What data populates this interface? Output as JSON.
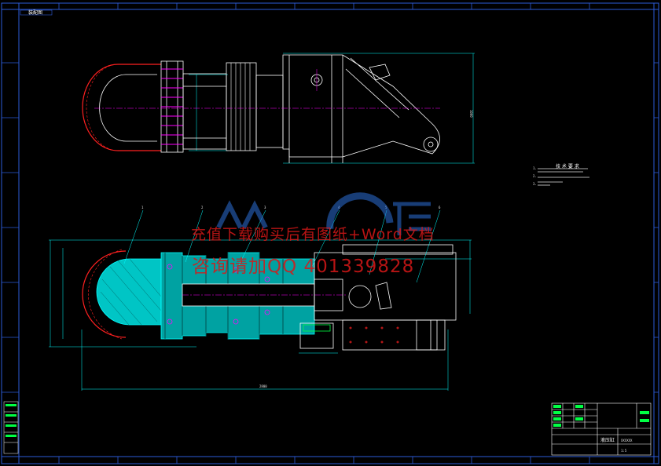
{
  "sheet": {
    "corner_tag": "装配图",
    "border_color": "#2d5bd8",
    "drawing_color": "#ffffff",
    "cyan": "#00ffff",
    "magenta": "#ff00ff",
    "red": "#ff2020",
    "green": "#00ff44",
    "yellow": "#ffff00"
  },
  "technical_requirements": {
    "title": "技 术 要 求",
    "lines": [
      "1.",
      "2.",
      "3."
    ]
  },
  "dimensions": {
    "overall_length": "2800",
    "side_height": "1000"
  },
  "balloons": [
    "1",
    "2",
    "3",
    "4",
    "5",
    "6"
  ],
  "watermark": {
    "line1": "充值下载购买后有图纸+Word文档",
    "line2": "咨询请加QQ 401339828"
  },
  "title_block": {
    "drawing_name": "液压缸",
    "drawing_number": "XXXXXX",
    "scale": "1:5"
  }
}
